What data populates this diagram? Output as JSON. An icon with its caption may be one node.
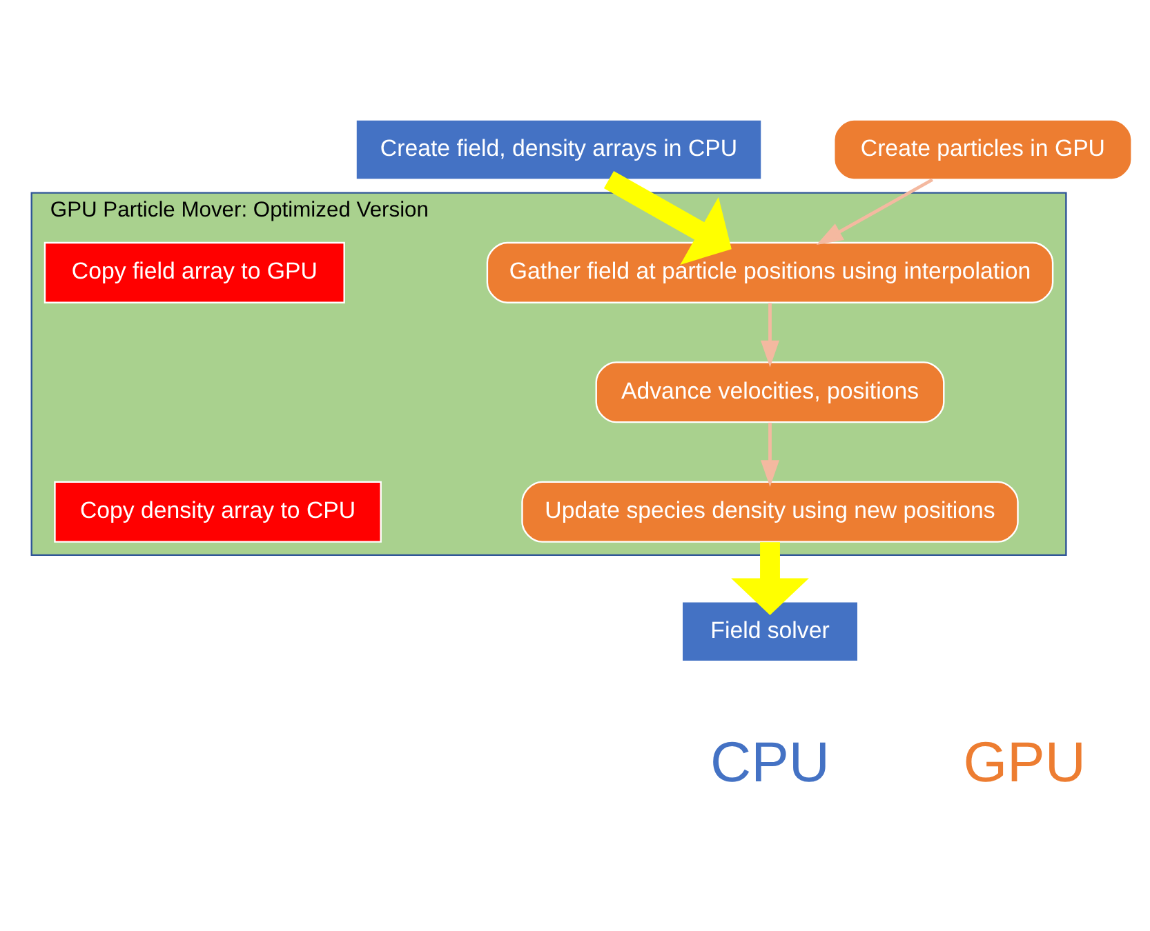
{
  "diagram": {
    "nodes": [
      {
        "text": [
          "Create field, density arrays in CPU"
        ]
      },
      {
        "text": [
          "Create particles in GPU"
        ]
      },
      {
        "text": [
          "GPU Particle Mover: Optimized Version"
        ]
      },
      {
        "text": [
          "Copy field array to GPU"
        ],
        "in": 2
      },
      {
        "text": [
          "Gather field at particle positions using interpolation"
        ],
        "in": 2
      },
      {
        "text": [
          "Advance velocities, positions"
        ],
        "in": 2
      },
      {
        "text": [
          "Update species density using new positions"
        ],
        "in": 2
      },
      {
        "text": [
          "Copy density array to CPU"
        ],
        "in": 2
      },
      {
        "text": [
          "Field solver"
        ]
      }
    ],
    "edges": [
      {
        "from": 0,
        "to": 4,
        "arrow": "to",
        "style": "thick",
        "color": "#ffff00"
      },
      {
        "from": 1,
        "to": 4,
        "arrow": "to"
      },
      {
        "from": 4,
        "to": 5,
        "arrow": "to"
      },
      {
        "from": 5,
        "to": 6,
        "arrow": "to"
      },
      {
        "from": 6,
        "to": 8,
        "arrow": "to",
        "style": "thick",
        "color": "#ffff00"
      }
    ],
    "labels": [
      "CPU",
      "GPU"
    ]
  }
}
